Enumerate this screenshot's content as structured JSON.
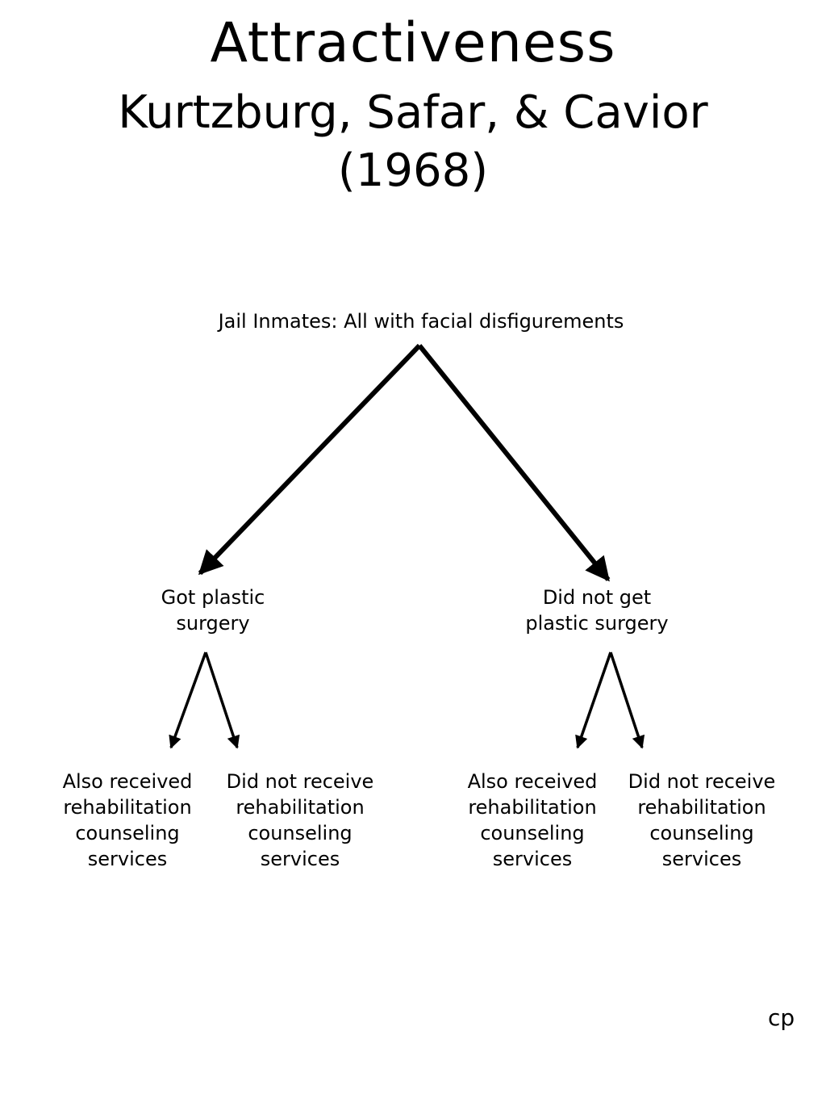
{
  "title": {
    "main": "Attractiveness",
    "authors": "Kurtzburg, Safar, & Cavior",
    "year": "(1968)"
  },
  "tree": {
    "root": "Jail Inmates: All with facial disfigurements",
    "left": {
      "lines": [
        "Got plastic",
        "surgery"
      ],
      "children": [
        [
          "Also received",
          "rehabilitation",
          "counseling",
          "services"
        ],
        [
          "Did not receive",
          "rehabilitation",
          "counseling",
          "services"
        ]
      ]
    },
    "right": {
      "lines": [
        "Did not get",
        "plastic surgery"
      ],
      "children": [
        [
          "Also received",
          "rehabilitation",
          "counseling",
          "services"
        ],
        [
          "Did not receive",
          "rehabilitation",
          "counseling",
          "services"
        ]
      ]
    }
  },
  "footer": "cp",
  "colors": {
    "ink": "#000000",
    "background": "#ffffff"
  }
}
